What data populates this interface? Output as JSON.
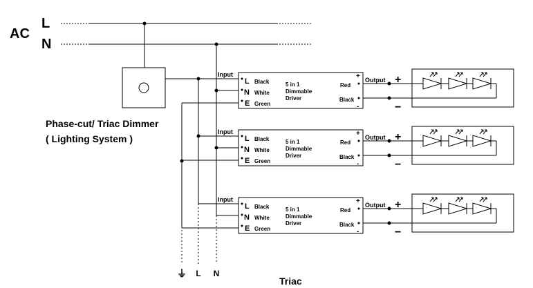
{
  "supply": {
    "ac": "AC",
    "line": "L",
    "neutral": "N"
  },
  "dimmer": {
    "name": "Phase-cut/ Triac Dimmer",
    "subtitle": "( Lighting System )"
  },
  "driver": {
    "input_label": "Input",
    "output_label": "Output",
    "title_lines": [
      "5 in 1",
      "Dimmable",
      "Driver"
    ],
    "terminals": {
      "l": "L",
      "l_color": "Black",
      "n": "N",
      "n_color": "White",
      "e": "E",
      "e_color": "Green"
    },
    "outputs": {
      "red": "Red",
      "black": "Black",
      "plus": "+",
      "minus": "-"
    }
  },
  "led": {
    "plus": "+",
    "minus": "−"
  },
  "bottom": {
    "earth_symbol": "⏚",
    "l": "L",
    "n": "N",
    "caption": "Triac"
  },
  "colors": {
    "line": "#000000",
    "background": "#ffffff"
  }
}
